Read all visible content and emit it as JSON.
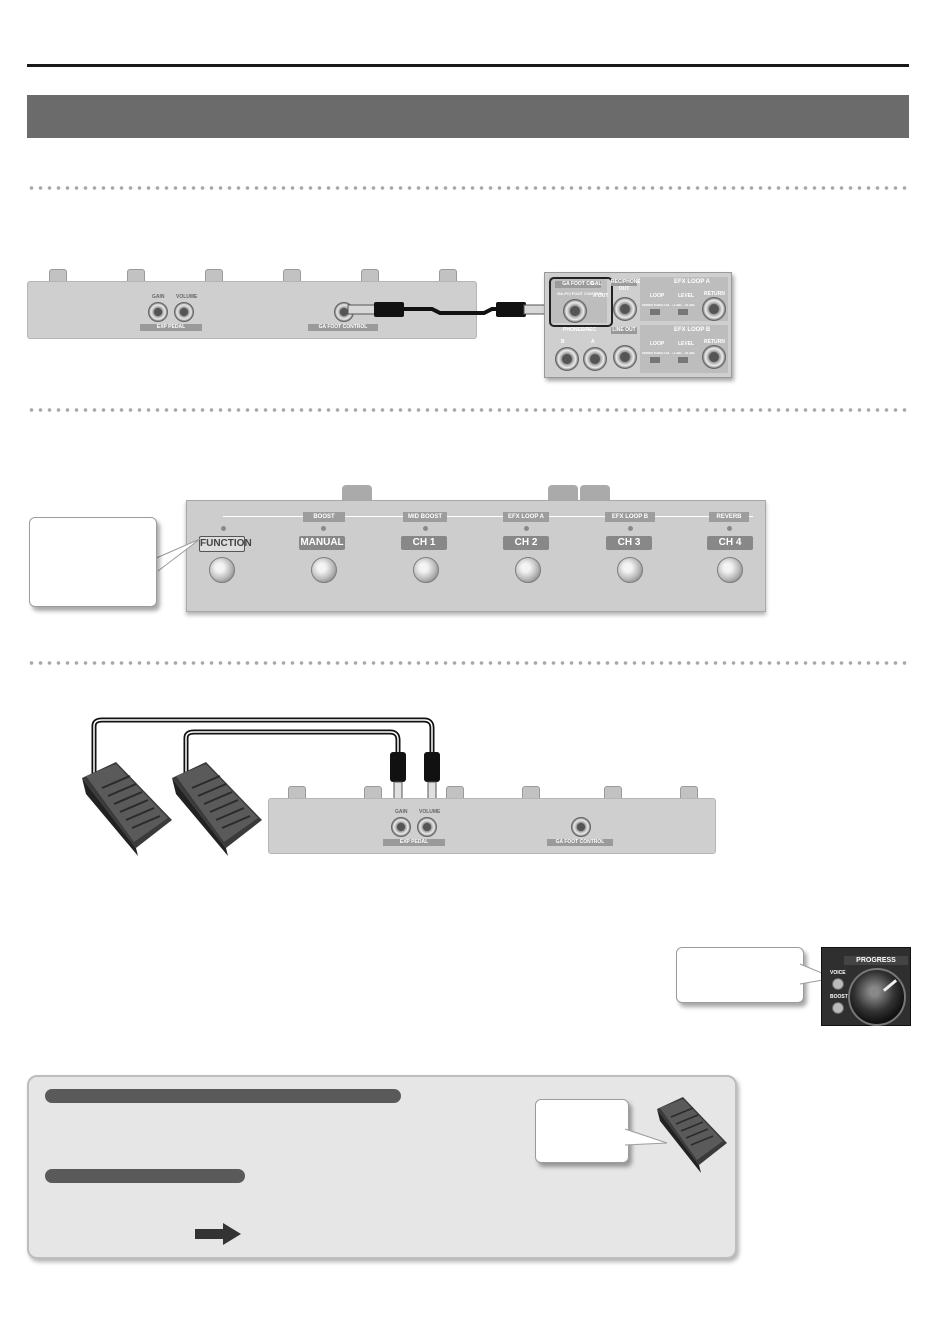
{
  "rear_panel_1": {
    "exp_pedal_jack_labels": [
      "GAIN",
      "VOLUME"
    ],
    "exp_pedal_label": "EXP PEDAL",
    "gafc_label": "GA FOOT CONTROL"
  },
  "amp_panel": {
    "gafc_header": "GA FOOT CO",
    "gafc_sub": "GA-FC/ FOOT CONTROL",
    "col2_header": "GAL",
    "col2_sub": "A OUT",
    "col3_header": "REC/PHONES OUT",
    "line_out": "LINE OUT",
    "col1_lower": "PHONES/REC",
    "jack_b": "B",
    "jack_a": "A",
    "efx_a": "EFX LOOP A",
    "efx_b": "EFX LOOP B",
    "loop": "LOOP",
    "level": "LEVEL",
    "return": "RETURN",
    "switch_labels_a": [
      "SERIES",
      "PARALLEL",
      "+4 dBu",
      "-10 dBu"
    ],
    "switch_labels_b": [
      "SERIES",
      "PARALLEL",
      "+4 dBu",
      "-10 dBu"
    ]
  },
  "footswitch_panel": {
    "top_labels": [
      "BOOST",
      "MID BOOST",
      "EFX LOOP A",
      "EFX LOOP B",
      "REVERB"
    ],
    "switch_labels": [
      "FUNCTION",
      "MANUAL",
      "CH 1",
      "CH 2",
      "CH 3",
      "CH 4"
    ]
  },
  "rear_panel_2": {
    "exp_pedal_jack_labels": [
      "GAIN",
      "VOLUME"
    ],
    "exp_pedal_label": "EXP PEDAL",
    "gafc_label": "GA FOOT CONTROL"
  },
  "amp_knob_panel": {
    "progress_label": "PROGRESS",
    "button_labels": [
      "VOICE",
      "BOOST"
    ]
  },
  "colors": {
    "banner": "#6b6b6b",
    "rule": "#1a1a1a",
    "panel": "#cfcfcf",
    "info_box": "#e6e6e6"
  }
}
